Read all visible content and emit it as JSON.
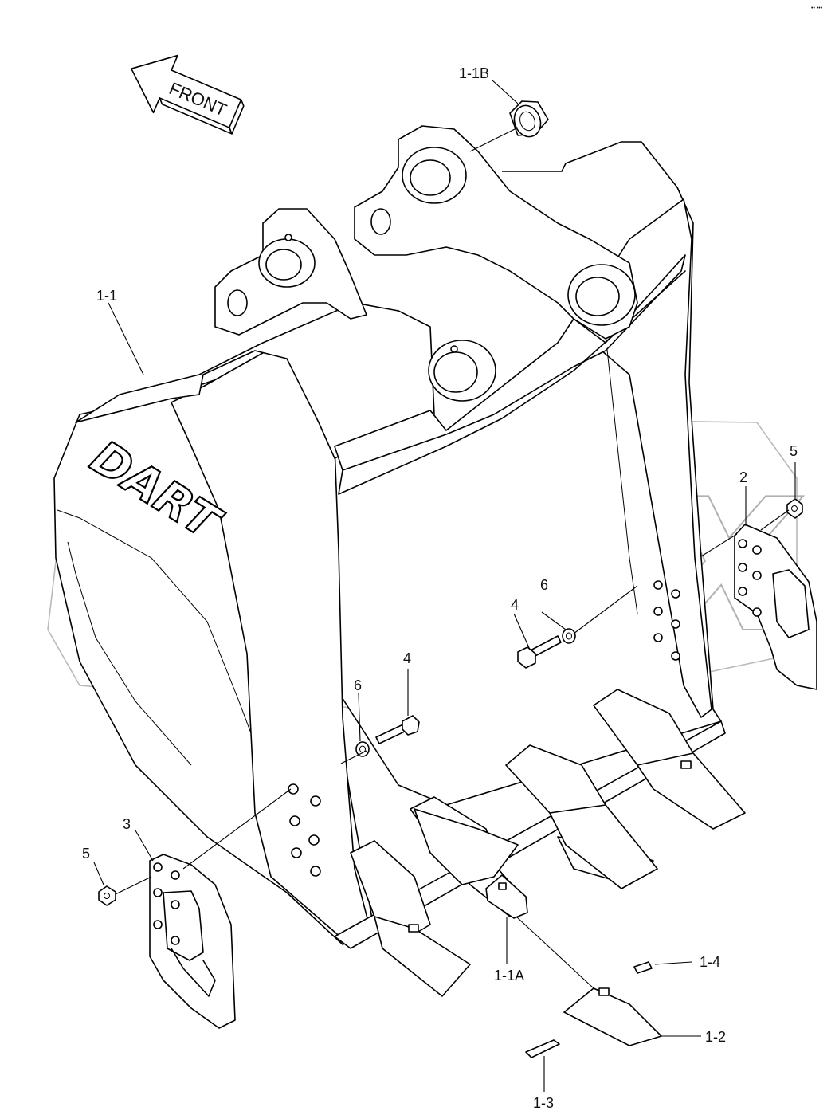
{
  "diagram": {
    "front_label": "FRONT",
    "logo_text": "DART",
    "watermark_text": "OPEX",
    "corner_mark": "•• •••",
    "callouts": {
      "c_1_1": "1-1",
      "c_1_1B": "1-1B",
      "c_1_1A": "1-1A",
      "c_1_2": "1-2",
      "c_1_3": "1-3",
      "c_1_4": "1-4",
      "c_2": "2",
      "c_3": "3",
      "c_4_left": "4",
      "c_4_right": "4",
      "c_5_left": "5",
      "c_5_right": "5",
      "c_6_left": "6",
      "c_6_right": "6"
    }
  }
}
